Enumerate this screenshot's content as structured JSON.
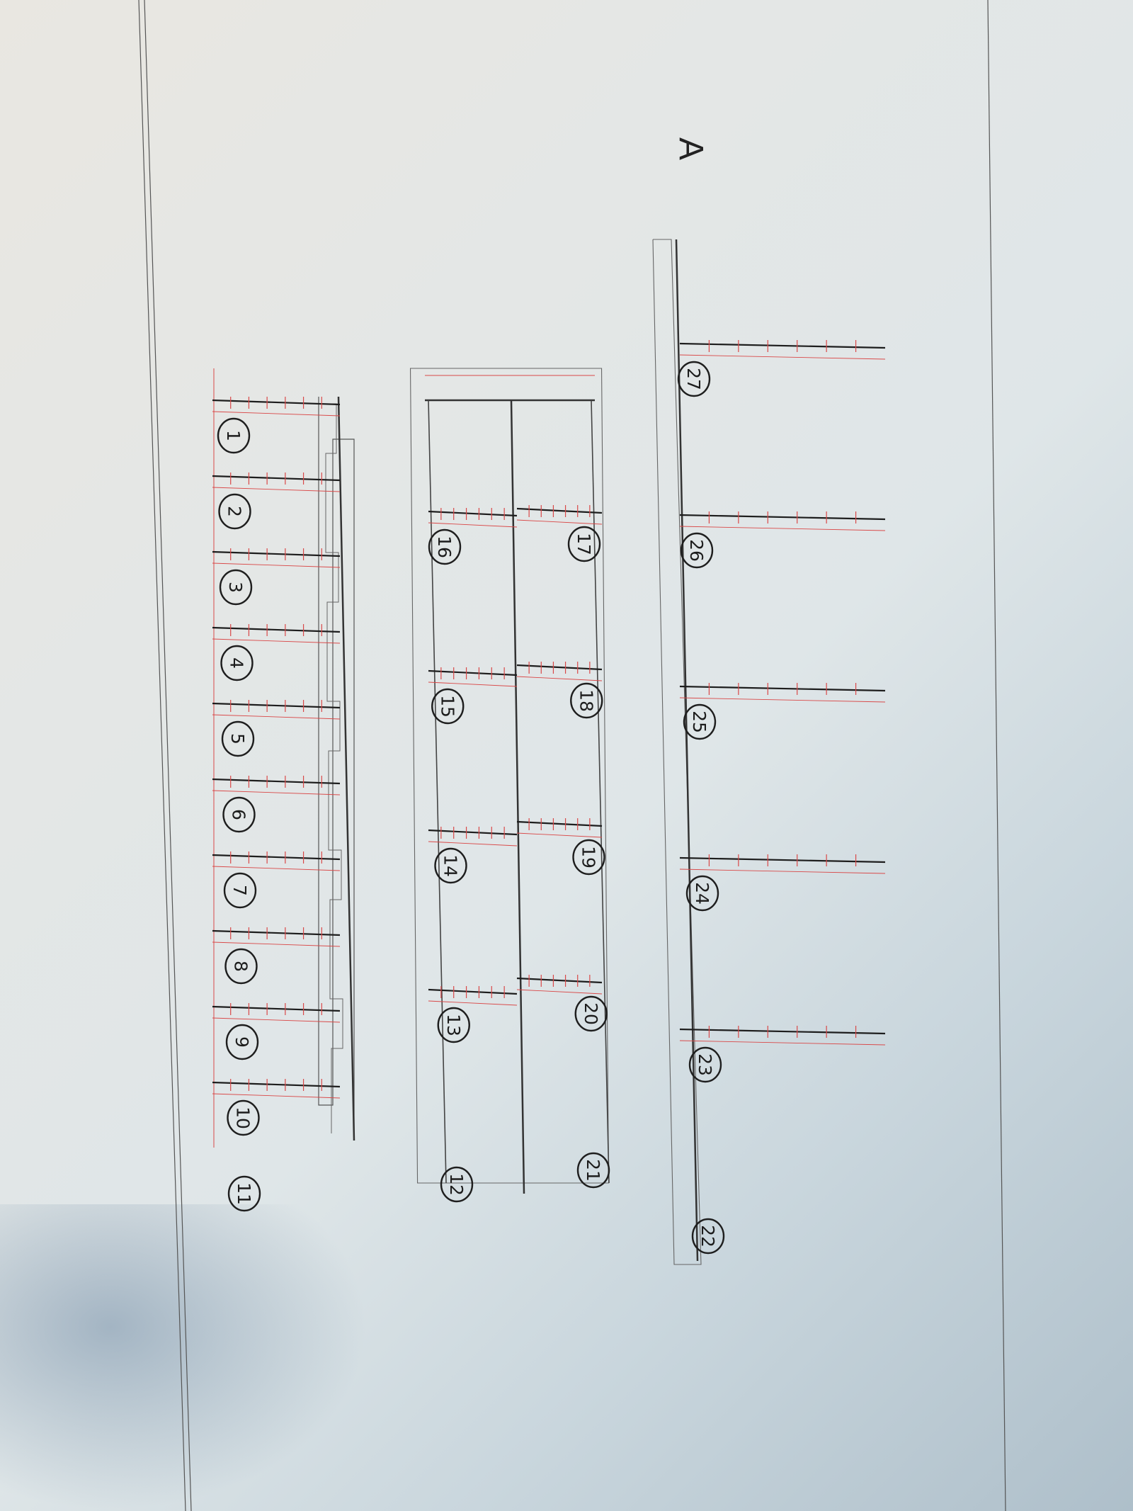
{
  "sheet": {
    "label": "A",
    "ink_color": "#1e1e1e",
    "dimension_color": "#d94848",
    "paper_color": "#e6e8e6"
  },
  "rows": [
    {
      "id": "row-1",
      "items": [
        "1",
        "2",
        "3",
        "4",
        "5",
        "6",
        "7",
        "8",
        "9",
        "10",
        "11"
      ]
    },
    {
      "id": "row-2",
      "items": [
        "16",
        "15",
        "14",
        "13",
        "12"
      ]
    },
    {
      "id": "row-3",
      "items": [
        "17",
        "18",
        "19",
        "20",
        "21"
      ]
    },
    {
      "id": "row-4",
      "items": [
        "27",
        "26",
        "25",
        "24",
        "23",
        "22"
      ]
    }
  ]
}
